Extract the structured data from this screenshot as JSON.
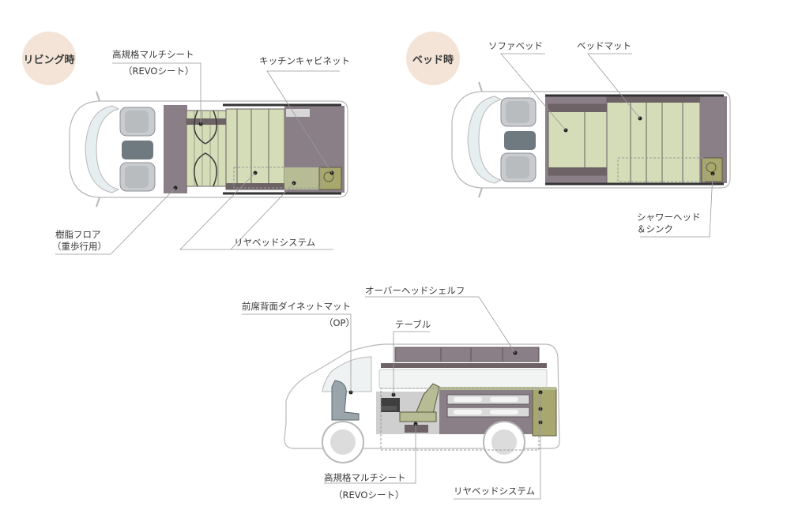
{
  "living": {
    "badge": "リビング時",
    "label_revo_line1": "高規格マルチシート",
    "label_revo_line2": "（REVOシート）",
    "label_kitchen": "キッチンキャビネット",
    "label_floor_line1": "樹脂フロア",
    "label_floor_line2": "（重歩行用）",
    "label_rear_bed": "リヤベッドシステム"
  },
  "bed": {
    "badge": "ベッド時",
    "label_sofa_bed": "ソファベッド",
    "label_bed_mat": "ベッドマット",
    "label_shower_line1": "シャワーヘッド",
    "label_shower_line2": "＆シンク"
  },
  "side": {
    "label_dinette_line1": "前席背面ダイネットマット",
    "label_dinette_line2": "（OP）",
    "label_overhead": "オーバーヘッドシェルフ",
    "label_table": "テーブル",
    "label_revo_line1": "高規格マルチシート",
    "label_revo_line2": "（REVOシート）",
    "label_rear_bed": "リヤベッドシステム"
  },
  "colors": {
    "bed_green": "#d4dcb8",
    "dark_brown": "#6d6266",
    "floor_purple": "#8a7f86",
    "seat_grey": "#c9ccce",
    "sink_olive": "#a7a76e",
    "badge_bg": "#f3e4d7"
  }
}
